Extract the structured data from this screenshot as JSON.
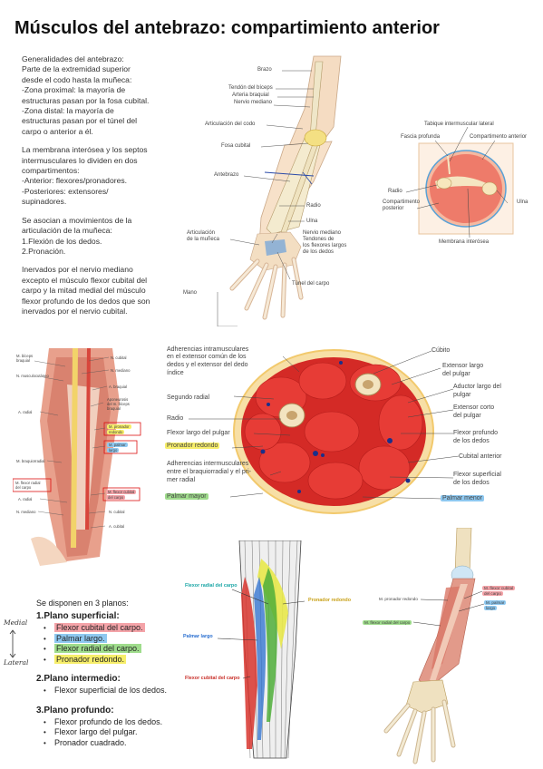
{
  "title": "Músculos del antebrazo: compartimiento anterior",
  "intro": {
    "p1": [
      "Generalidades del antebrazo:",
      "Parte de la extremidad superior",
      "desde el codo hasta la muñeca:",
      "-Zona proximal: la mayoría de",
      "estructuras pasan por la fosa cubital.",
      "-Zona distal: la mayoría de",
      "estructuras pasan por el túnel del",
      "carpo o anterior a él."
    ],
    "p2": [
      "La membrana interósea y los septos",
      "intermusculares lo dividen en dos",
      "compartimentos:",
      "-Anterior: flexores/pronadores.",
      "-Posteriores: extensores/",
      "supinadores."
    ],
    "p3": [
      "Se asocian a movimientos de la",
      "articulación de la muñeca:",
      "1.Flexión de los dedos.",
      "2.Pronación."
    ],
    "p4": [
      "Inervados por el nervio mediano",
      "excepto el músculo flexor cubital del",
      "carpo y la mitad medial del músculo",
      "flexor profundo de los dedos que son",
      "inervados por el nervio cubital."
    ]
  },
  "arm_figure": {
    "labels": {
      "brazo": "Brazo",
      "biceps": "Tendón del bíceps",
      "arteria": "Arteria braquial",
      "nervio": "Nervio mediano",
      "codo": "Articulación del codo",
      "fosa": "Fosa cubital",
      "antebrazo": "Antebrazo",
      "radio": "Radio",
      "ulna": "Ulna",
      "muneca1": "Articulación",
      "muneca2": "de la muñeca",
      "nm1": "Nervio mediano",
      "nm2": "Tendones de",
      "nm3": "los flexores largos",
      "nm4": "de los dedos",
      "mano": "Mano",
      "tunel": "Túnel del carpo"
    }
  },
  "section_figure": {
    "labels": {
      "tabique": "Tabique intermuscular lateral",
      "fascia": "Fascia profunda",
      "comp_ant": "Compartimento anterior",
      "radio": "Radio",
      "ulna": "Ulna",
      "comp_post1": "Compartimento",
      "comp_post2": "posterior",
      "membrana": "Membrana interósea"
    }
  },
  "muscles_left": {
    "labels": {
      "l1a": "M. bíceps",
      "l1b": "braquial",
      "l2": "N. musculocutáneo",
      "l3": "A. radial",
      "l4": "M. braquiorradial",
      "l5a": "M. flexor radial",
      "l5b": "del carpo",
      "l6": "A. radial",
      "l7": "N. mediano",
      "r1": "N. cubital",
      "r2": "N. mediano",
      "r3": "A. braquial",
      "r4a": "Aponeurosis",
      "r4b": "del m. bíceps",
      "r4c": "braquial",
      "r5a": "M. pronador",
      "r5b": "redondo",
      "r6a": "M. palmar",
      "r6b": "largo",
      "r7a": "M. flexor cubital",
      "r7b": "del carpo",
      "r8": "N. cubital",
      "r9": "A. cubital"
    }
  },
  "cross_section": {
    "labels": {
      "adh1": "Adherencias intramusculares",
      "adh2": "en el extensor común de los",
      "adh3": "dedos y el  extensor del dedo",
      "adh4": "índice",
      "segundo": "Segundo radial",
      "radio": "Radio",
      "flp": "Flexor largo del pulgar",
      "pronador": "Pronador redondo",
      "adhi1": "Adherencias intermusculares",
      "adhi2": "entre el braquiorradial y el pri-",
      "adhi3": "mer radial",
      "palmar_mayor": "Palmar mayor",
      "cubito": "Cúbito",
      "elp1": "Extensor largo",
      "elp2": "del pulgar",
      "alp1": "Aductor largo del",
      "alp2": "pulgar",
      "ecp1": "Extensor corto",
      "ecp2": "del pulgar",
      "fpd1": "Flexor profundo",
      "fpd2": "de los dedos",
      "cubital_ant": "Cubital anterior",
      "fsd1": "Flexor superficial",
      "fsd2": "de los dedos",
      "palmar_menor": "Palmar menor"
    }
  },
  "planes": {
    "intro": "Se disponen en 3 planos:",
    "superficial": {
      "heading": "1.Plano superficial:",
      "items": [
        "Flexor cubital del carpo.",
        "Palmar largo.",
        "Flexor radial del carpo.",
        "Pronador redondo."
      ]
    },
    "intermedio": {
      "heading": "2.Plano intermedio:",
      "items": [
        "Flexor superficial de los dedos."
      ]
    },
    "profundo": {
      "heading": "3.Plano profundo:",
      "items": [
        "Flexor profundo de los dedos.",
        "Flexor largo del pulgar.",
        "Pronador cuadrado."
      ]
    },
    "annotation": {
      "medial": "Medial",
      "lateral": "Lateral"
    },
    "highlight_colors": {
      "red": "#f4a3a8",
      "blue": "#8ec8f0",
      "green": "#9fdc8c",
      "yellow": "#f7ee6a"
    }
  },
  "bottom_middle_figure": {
    "labels": {
      "frc": "Flexor radial del carpo",
      "pr": "Pronador redondo",
      "pl": "Palmar largo",
      "fcc": "Flexor cubital del carpo"
    }
  },
  "bottom_right_figure": {
    "labels": {
      "pr": "M. pronador redondo",
      "fcc1": "M. flexor cubital",
      "fcc2": "del carpo",
      "pl1": "M. palmar",
      "pl2": "largo",
      "frc": "M. flexor radial del carpo"
    }
  }
}
